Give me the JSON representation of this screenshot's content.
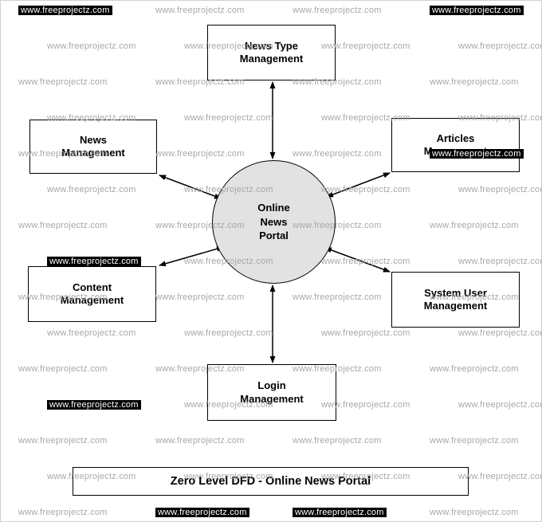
{
  "watermark": {
    "text": "www.freeprojectz.com"
  },
  "colors": {
    "process_circle_fill": "#e2e2e2",
    "line_color": "#000000",
    "watermark_gray": "#a8a8a8",
    "watermark_chip_bg": "#000000",
    "watermark_chip_text": "#ffffff"
  },
  "diagram": {
    "title": "Zero Level DFD - Online News Portal",
    "center": {
      "label": "Online\nNews\nPortal"
    },
    "boxes": [
      {
        "id": "news-type-management",
        "label": "News Type\nManagement"
      },
      {
        "id": "news-management",
        "label": "News\nManagement"
      },
      {
        "id": "articles-management",
        "label": "Articles\nManagement"
      },
      {
        "id": "content-management",
        "label": "Content\nManagement"
      },
      {
        "id": "system-user-management",
        "label": "System User\nManagement"
      },
      {
        "id": "login-management",
        "label": "Login\nManagement"
      }
    ]
  }
}
